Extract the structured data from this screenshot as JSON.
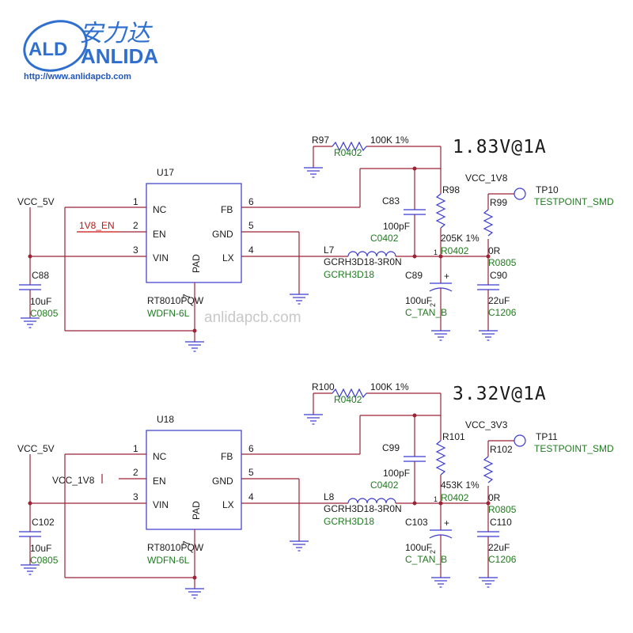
{
  "logo": {
    "abbr": "ALD",
    "chinese": "安力达",
    "brand": "ANLIDA",
    "url": "http://www.anlidapcb.com"
  },
  "watermark": "anlidapcb.com",
  "circuits": [
    {
      "output_label": "1.83V@1A",
      "ic_ref": "U17",
      "ic_part": "RT8010PQW",
      "ic_package": "WDFN-6L",
      "ic_pad_label": "PAD",
      "ic_pad_pin": "7",
      "pins": {
        "nc": {
          "num": "1",
          "name": "NC"
        },
        "en": {
          "num": "2",
          "name": "EN"
        },
        "vin": {
          "num": "3",
          "name": "VIN"
        },
        "fb": {
          "num": "6",
          "name": "FB"
        },
        "gnd": {
          "num": "5",
          "name": "GND"
        },
        "lx": {
          "num": "4",
          "name": "LX"
        }
      },
      "vin_net": "VCC_5V",
      "en_net": "1V8_EN",
      "cin": {
        "ref": "C88",
        "value": "10uF",
        "package": "C0805"
      },
      "rff": {
        "ref": "R97",
        "package": "R0402",
        "value": "100K 1%"
      },
      "cff": {
        "ref": "C83",
        "value": "100pF",
        "package": "C0402"
      },
      "rtop": {
        "ref": "R98",
        "value": "205K 1%",
        "package": "R0402"
      },
      "inductor": {
        "ref": "L7",
        "value": "GCRH3D18-3R0N",
        "package": "GCRH3D18"
      },
      "cout": {
        "ref": "C89",
        "value": "100uF",
        "package": "C_TAN_B",
        "pin1": "1",
        "pin2": "2",
        "polarity": "+"
      },
      "rout": {
        "ref": "R99",
        "value": "0R",
        "package": "R0805"
      },
      "cout2": {
        "ref": "C90",
        "value": "22uF",
        "package": "C1206"
      },
      "out_net": "VCC_1V8",
      "testpoint": {
        "ref": "TP10",
        "value": "TESTPOINT_SMD"
      }
    },
    {
      "output_label": "3.32V@1A",
      "ic_ref": "U18",
      "ic_part": "RT8010PQW",
      "ic_package": "WDFN-6L",
      "ic_pad_label": "PAD",
      "ic_pad_pin": "7",
      "pins": {
        "nc": {
          "num": "1",
          "name": "NC"
        },
        "en": {
          "num": "2",
          "name": "EN"
        },
        "vin": {
          "num": "3",
          "name": "VIN"
        },
        "fb": {
          "num": "6",
          "name": "FB"
        },
        "gnd": {
          "num": "5",
          "name": "GND"
        },
        "lx": {
          "num": "4",
          "name": "LX"
        }
      },
      "vin_net": "VCC_5V",
      "en_net": "VCC_1V8",
      "cin": {
        "ref": "C102",
        "value": "10uF",
        "package": "C0805"
      },
      "rff": {
        "ref": "R100",
        "package": "R0402",
        "value": "100K 1%"
      },
      "cff": {
        "ref": "C99",
        "value": "100pF",
        "package": "C0402"
      },
      "rtop": {
        "ref": "R101",
        "value": "453K 1%",
        "package": "R0402"
      },
      "inductor": {
        "ref": "L8",
        "value": "GCRH3D18-3R0N",
        "package": "GCRH3D18"
      },
      "cout": {
        "ref": "C103",
        "value": "100uF",
        "package": "C_TAN_B",
        "pin1": "1",
        "pin2": "2",
        "polarity": "+"
      },
      "rout": {
        "ref": "R102",
        "value": "0R",
        "package": "R0805"
      },
      "cout2": {
        "ref": "C110",
        "value": "22uF",
        "package": "C1206"
      },
      "out_net": "VCC_3V3",
      "testpoint": {
        "ref": "TP11",
        "value": "TESTPOINT_SMD"
      }
    }
  ],
  "colors": {
    "wire": "#9b2335",
    "component": "#3a3ad0",
    "footprint_text": "#1f7a1f",
    "enable_net": "#cc1111",
    "brand": "#2f6fd0"
  }
}
